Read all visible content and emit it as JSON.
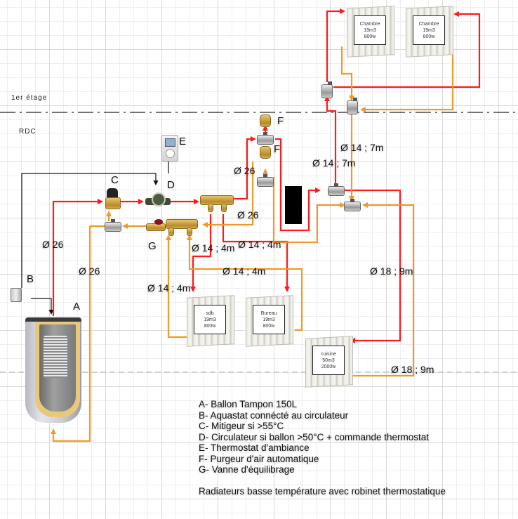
{
  "floors": {
    "upper": "1er étage",
    "ground": "RDC"
  },
  "component_letters": {
    "A": "A",
    "B": "B",
    "C": "C",
    "D": "D",
    "E": "E",
    "F1": "F",
    "F2": "F",
    "G": "G"
  },
  "radiators": [
    {
      "room": "Chambre",
      "volume": "19m3",
      "power": "800w"
    },
    {
      "room": "Chambre",
      "volume": "19m3",
      "power": "800w"
    },
    {
      "room": "sdb",
      "volume": "19m3",
      "power": "800w"
    },
    {
      "room": "Bureau",
      "volume": "19m3",
      "power": "800w"
    },
    {
      "room": "cuisine",
      "volume": "50m3",
      "power": "2000w"
    }
  ],
  "pipe_labels": {
    "supply_main": "Ø 26",
    "return_main": "Ø 26",
    "collector_out": "Ø 26",
    "collector_return": "Ø 26",
    "sdb_supply": "Ø 14 ; 4m",
    "bureau_supply": "Ø 14 ; 4m",
    "bureau_return": "Ø 14 ; 4m",
    "sdb_return": "Ø 14 ; 4m",
    "riser_supply": "Ø 14 ; 7m",
    "riser_return": "Ø 14 ; 7m",
    "cuisine_supply": "Ø 18 ; 9m",
    "cuisine_return": "Ø 18 ; 9m"
  },
  "legend": {
    "items": [
      "A- Ballon Tampon 150L",
      "B- Aquastat connécté au circulateur",
      "C- Mitigeur si >55°C",
      "D- Circulateur si ballon >50°C + commande thermostat",
      "E- Thermostat d'ambiance",
      "F- Purgeur d'air automatique",
      "G- Vanne d'équilibrage"
    ],
    "note": "Radiateurs basse température avec robinet thermostatique"
  },
  "colors": {
    "supply": "#ff1a1a",
    "return": "#f0a030",
    "control": "#111111"
  }
}
